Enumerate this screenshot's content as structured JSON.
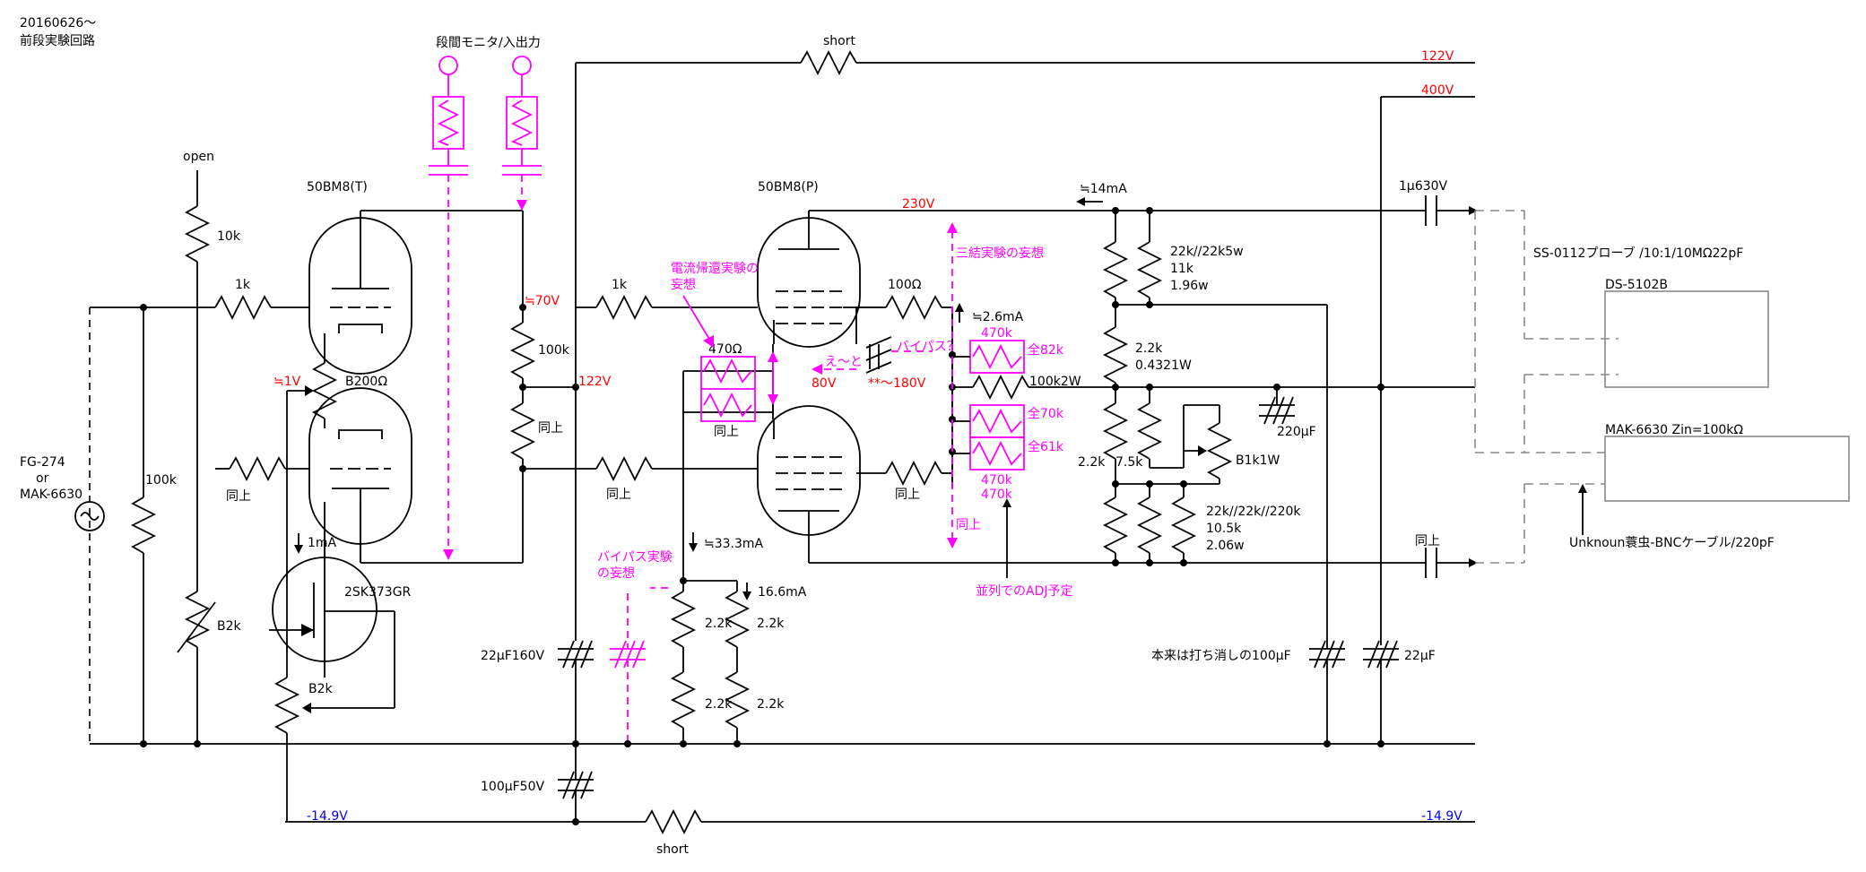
{
  "header": {
    "date": "20160626～",
    "title": "前段実験回路"
  },
  "labels": {
    "stage_monitor": "段間モニタ/入出力",
    "open": "open",
    "short_top": "short",
    "short_bottom": "short",
    "v122_top": "122V",
    "v400": "400V",
    "v230": "230V",
    "tube_triode": "50BM8(T)",
    "tube_pentode": "50BM8(P)",
    "r10k": "10k",
    "r1k_a": "1k",
    "r1k_b": "1k",
    "r100k_plate": "100k",
    "r100k_in": "100k",
    "same_plate2": "同上",
    "same_grid2": "同上",
    "same_grid3": "同上",
    "same_g2": "同上",
    "same_sense": "同上",
    "same_cap": "同上",
    "b200": "B200Ω",
    "v1": "≒1V",
    "v70": "≒70V",
    "v122_mid": "122V",
    "ma1": "1mA",
    "fet": "2SK373GR",
    "b2k_a": "B2k",
    "b2k_b": "B2k",
    "gen": "FG-274\nor\nMAK-6630",
    "gen_l1": "FG-274",
    "gen_l2": "or",
    "gen_l3": "MAK-6630",
    "sine": "~",
    "fb_idea_1": "電流帰還実験の",
    "fb_idea_2": "妄想",
    "r470": "470Ω",
    "v80": "80V",
    "ee": "え〜と",
    "bypass_q": "バイパス？",
    "v180": "**〜180V",
    "r100_ohm": "100Ω",
    "ma2_6": "≒2.6mA",
    "triode_idea": "三結実験の妄想",
    "r470k_1": "470k",
    "r470k_2": "470k",
    "r470k_3": "470k",
    "all82": "全82k",
    "all70": "全70k",
    "all61": "全61k",
    "r100k2w": "100k2W",
    "ma14": "≒14mA",
    "r22k5w": "22k//22k5w",
    "r11k": "11k",
    "w196": "1.96w",
    "r2_2k": "2.2k",
    "w0_4321": "0.4321W",
    "r2_2k_b": "2.2k",
    "r7_5k": "7.5k",
    "b1k1w": "B1k1W",
    "c220uf_a": "220μF",
    "r22k_220k": "22k//22k//220k",
    "r10_5k": "10.5k",
    "w2_06": "2.06w",
    "adj": "並列でのADJ予定",
    "ma33": "≒33.3mA",
    "ma16": "16.6mA",
    "r2_2k_1": "2.2k",
    "r2_2k_2": "2.2k",
    "r2_2k_3": "2.2k",
    "r2_2k_4": "2.2k",
    "bypass_idea_1": "バイパス実験",
    "bypass_idea_2": "の妄想",
    "c22u160": "22μF160V",
    "c100u50": "100μF50V",
    "c100u_strike": "本来は打ち消しの100μF",
    "c22u": "22μF",
    "c1u630": "1μ630V",
    "probe": "SS-0112プローブ /10:1/10MΩ22pF",
    "ds": "DS-5102B",
    "mak": "MAK-6630 Zin=100kΩ",
    "cable": "Unknoun蓑虫-BNCケーブル/220pF",
    "vneg_l": "-14.9V",
    "vneg_r": "-14.9V"
  },
  "colors": {
    "wire": "#000000",
    "voltage_pos": "#ff0000",
    "voltage_neg": "#0000ff",
    "idea": "#ff00ff",
    "instrument": "#888888"
  }
}
